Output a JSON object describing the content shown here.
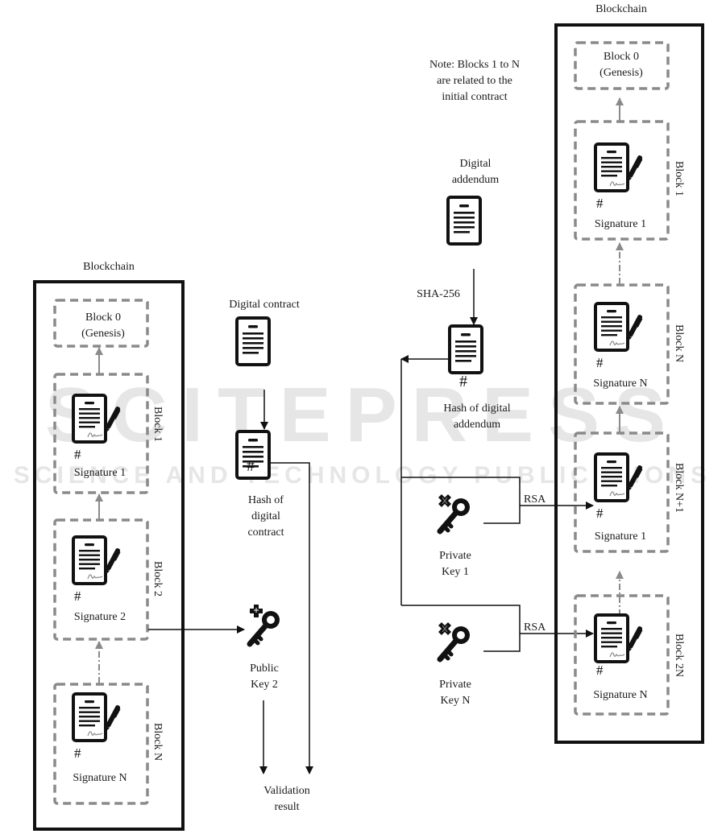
{
  "watermark": {
    "line1": "SCITEPRESS",
    "line2": "SCIENCE AND TECHNOLOGY PUBLICATIONS"
  },
  "colors": {
    "line": "#111111",
    "dashed_block": "#8a8a8a",
    "text": "#1a1a1a",
    "watermark": "#e6e6e6"
  },
  "left_chain": {
    "title": "Blockchain",
    "genesis": {
      "line1": "Block 0",
      "line2": "(Genesis)"
    },
    "blocks": [
      {
        "side_label": "Block 1",
        "signature": "Signature 1",
        "hash_symbol": "#"
      },
      {
        "side_label": "Block 2",
        "signature": "Signature 2",
        "hash_symbol": "#"
      },
      {
        "side_label": "Block N",
        "signature": "Signature N",
        "hash_symbol": "#"
      }
    ]
  },
  "validation": {
    "contract_label": "Digital contract",
    "hash_label": [
      "Hash of",
      "digital",
      "contract"
    ],
    "hash_symbol": "#",
    "public_key_label": [
      "Public",
      "Key 2"
    ],
    "result_label": [
      "Validation",
      "result"
    ]
  },
  "addendum": {
    "note": [
      "Note: Blocks 1 to N",
      "are related to the",
      "initial contract"
    ],
    "doc_label": [
      "Digital",
      "addendum"
    ],
    "hash_algo": "SHA-256",
    "hash_label": [
      "Hash of digital",
      "addendum"
    ],
    "hash_symbol": "#",
    "keys": [
      {
        "label": [
          "Private",
          "Key 1"
        ],
        "algo": "RSA"
      },
      {
        "label": [
          "Private",
          "Key N"
        ],
        "algo": "RSA"
      }
    ]
  },
  "right_chain": {
    "title": "Blockchain",
    "genesis": {
      "line1": "Block 0",
      "line2": "(Genesis)"
    },
    "blocks": [
      {
        "side_label": "Block 1",
        "signature": "Signature 1",
        "hash_symbol": "#"
      },
      {
        "side_label": "Block N",
        "signature": "Signature N",
        "hash_symbol": "#"
      },
      {
        "side_label": "Block N+1",
        "signature": "Signature 1",
        "hash_symbol": "#"
      },
      {
        "side_label": "Block 2N",
        "signature": "Signature N",
        "hash_symbol": "#"
      }
    ]
  }
}
